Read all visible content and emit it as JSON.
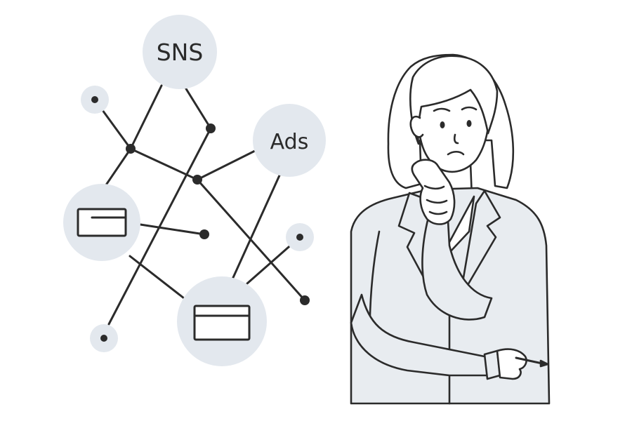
{
  "colors": {
    "ink": "#2b2b2b",
    "node_fill": "#e3e8ee",
    "suit": "#e8ecf0",
    "background": "#ffffff"
  },
  "network": {
    "sns_label": "SNS",
    "ads_label": "Ads",
    "card_icon_1": "browser-window-icon",
    "card_icon_2": "browser-window-icon"
  },
  "figure": {
    "gesture": "thinking-hand-on-chin",
    "expression": "worried"
  }
}
